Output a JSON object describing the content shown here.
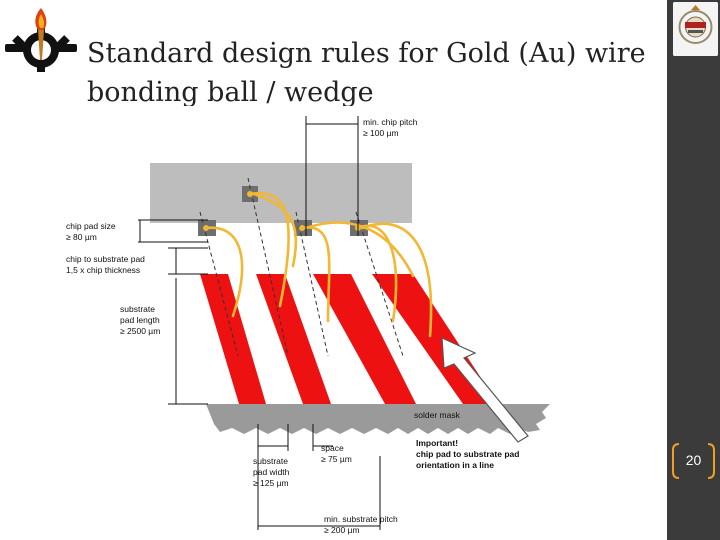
{
  "slide": {
    "title_line1": "Standard design rules for Gold (Au) wire",
    "title_line2": "bonding ball / wedge",
    "slide_number": "20"
  },
  "figure": {
    "labels": {
      "min_chip_pitch_1": "min. chip pitch",
      "min_chip_pitch_2": "≥ 100 µm",
      "chip_pad_size_1": "chip pad size",
      "chip_pad_size_2": "≥ 80 µm",
      "chip_to_substrate_1": "chip to substrate pad",
      "chip_to_substrate_2": "1,5 x chip thickness",
      "substrate_pad_length_1": "substrate",
      "substrate_pad_length_2": "pad length",
      "substrate_pad_length_3": "≥ 2500 µm",
      "solder_mask": "solder mask",
      "space_1": "space",
      "space_2": "≥ 75 µm",
      "important_1": "Important!",
      "important_2": "chip pad to substrate pad",
      "important_3": "orientation in a line",
      "substrate_pad_width_1": "substrate",
      "substrate_pad_width_2": "pad width",
      "substrate_pad_width_3": "≥ 125 µm",
      "min_substrate_pitch_1": "min. substrate pitch",
      "min_substrate_pitch_2": "≥ 200 µm"
    }
  },
  "colors": {
    "sidebar": "#3b3b3b",
    "accent_orange": "#f0a020",
    "pad_red": "#ee1111",
    "chip_gray": "#bdbdbd",
    "wire_gold": "#f2b733",
    "solder_mask_gray": "#9a9a9a"
  },
  "icons": {
    "logo": "gear-torch-logo",
    "institution_logo": "nrc-emblem"
  }
}
